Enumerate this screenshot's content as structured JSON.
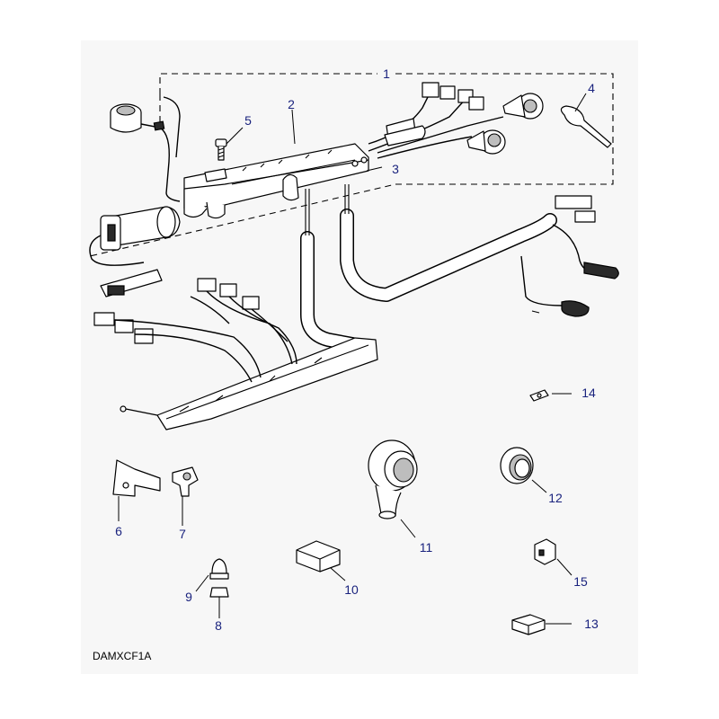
{
  "diagram": {
    "drawing_code": "DAMXCF1A",
    "callouts": [
      "1",
      "2",
      "3",
      "4",
      "5",
      "6",
      "7",
      "8",
      "9",
      "10",
      "11",
      "12",
      "13",
      "14",
      "15"
    ]
  }
}
